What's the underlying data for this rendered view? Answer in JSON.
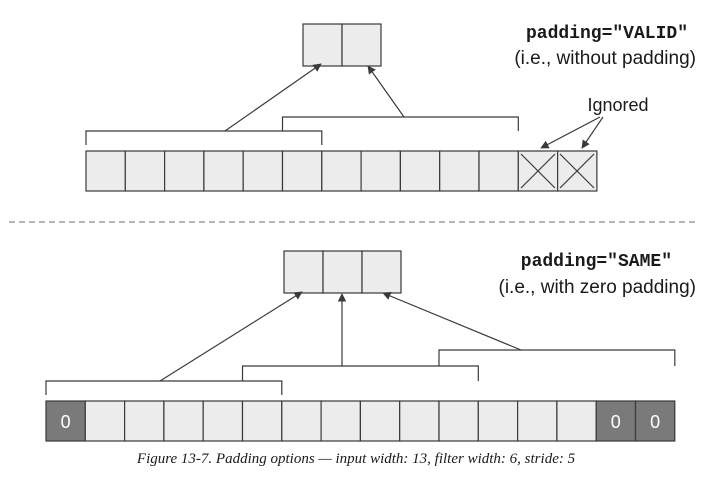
{
  "valid": {
    "title": "padding=\"VALID\"",
    "subtitle": "(i.e., without padding)",
    "ignored_label": "Ignored"
  },
  "same": {
    "title": "padding=\"SAME\"",
    "subtitle": "(i.e., with zero padding)",
    "pad_value": "0"
  },
  "caption": "Figure 13-7. Padding options — input width: 13, filter width: 6, stride: 5",
  "colors": {
    "cell_fill": "#ececec",
    "cell_stroke": "#3a3a3a",
    "pad_fill": "#7a7a7a",
    "pad_text": "#ffffff",
    "line": "#3a3a3a",
    "divider": "#8a8a8a"
  }
}
